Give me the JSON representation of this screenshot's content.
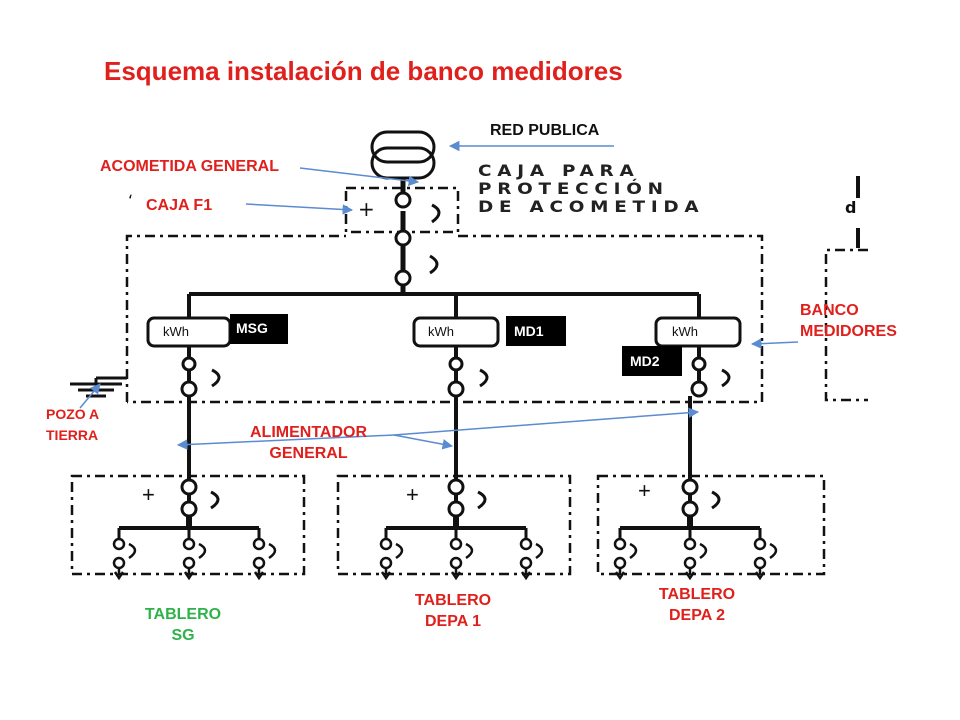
{
  "title": "Esquema instalación de banco medidores",
  "labels": {
    "red_publica": "RED PUBLICA",
    "acometida_general": "ACOMETIDA GENERAL",
    "caja_f1": "CAJA F1",
    "caja_proteccion": [
      "CAJA PARA",
      "PROTECCIÓN",
      "DE ACOMETIDA"
    ],
    "banco_medidores": [
      "BANCO",
      "MEDIDORES"
    ],
    "pozo_a_tierra": [
      "POZO A",
      "TIERRA"
    ],
    "alimentador_general": [
      "ALIMENTADOR",
      "GENERAL"
    ],
    "tablero_sg": [
      "TABLERO",
      "SG"
    ],
    "tablero_depa1": [
      "TABLERO",
      "DEPA 1"
    ],
    "tablero_depa2": [
      "TABLERO",
      "DEPA 2"
    ]
  },
  "meters": [
    {
      "unit": "kWh",
      "tag": "MSG"
    },
    {
      "unit": "kWh",
      "tag": "MD1"
    },
    {
      "unit": "kWh",
      "tag": "MD2"
    }
  ],
  "symbols": {
    "plus": "+"
  },
  "colors": {
    "label_red": "#e0201c",
    "label_green": "#2fb24a",
    "arrow": "#5b8bd1"
  }
}
